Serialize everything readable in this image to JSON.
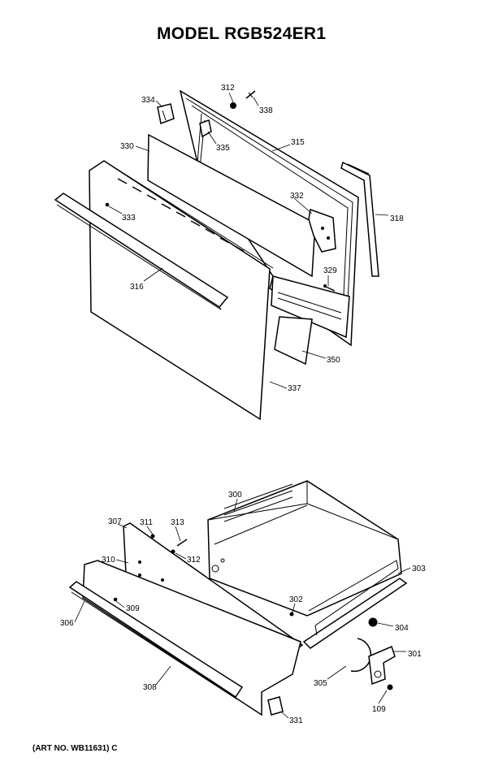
{
  "diagram": {
    "title": "MODEL RGB524ER1",
    "art_number": "(ART NO. WB11631) C",
    "upper_assembly": {
      "labels": {
        "p334": "334",
        "p312": "312",
        "p338": "338",
        "p330": "330",
        "p335": "335",
        "p315": "315",
        "p333": "333",
        "p332": "332",
        "p318": "318",
        "p316": "316",
        "p329": "329",
        "p350": "350",
        "p337": "337"
      }
    },
    "lower_assembly": {
      "labels": {
        "p300": "300",
        "p307": "307",
        "p311": "311",
        "p313": "313",
        "p312": "312",
        "p310": "310",
        "p303": "303",
        "p302": "302",
        "p309": "309",
        "p306": "306",
        "p304": "304",
        "p301": "301",
        "p305": "305",
        "p308": "308",
        "p109": "109",
        "p331": "331"
      }
    }
  }
}
